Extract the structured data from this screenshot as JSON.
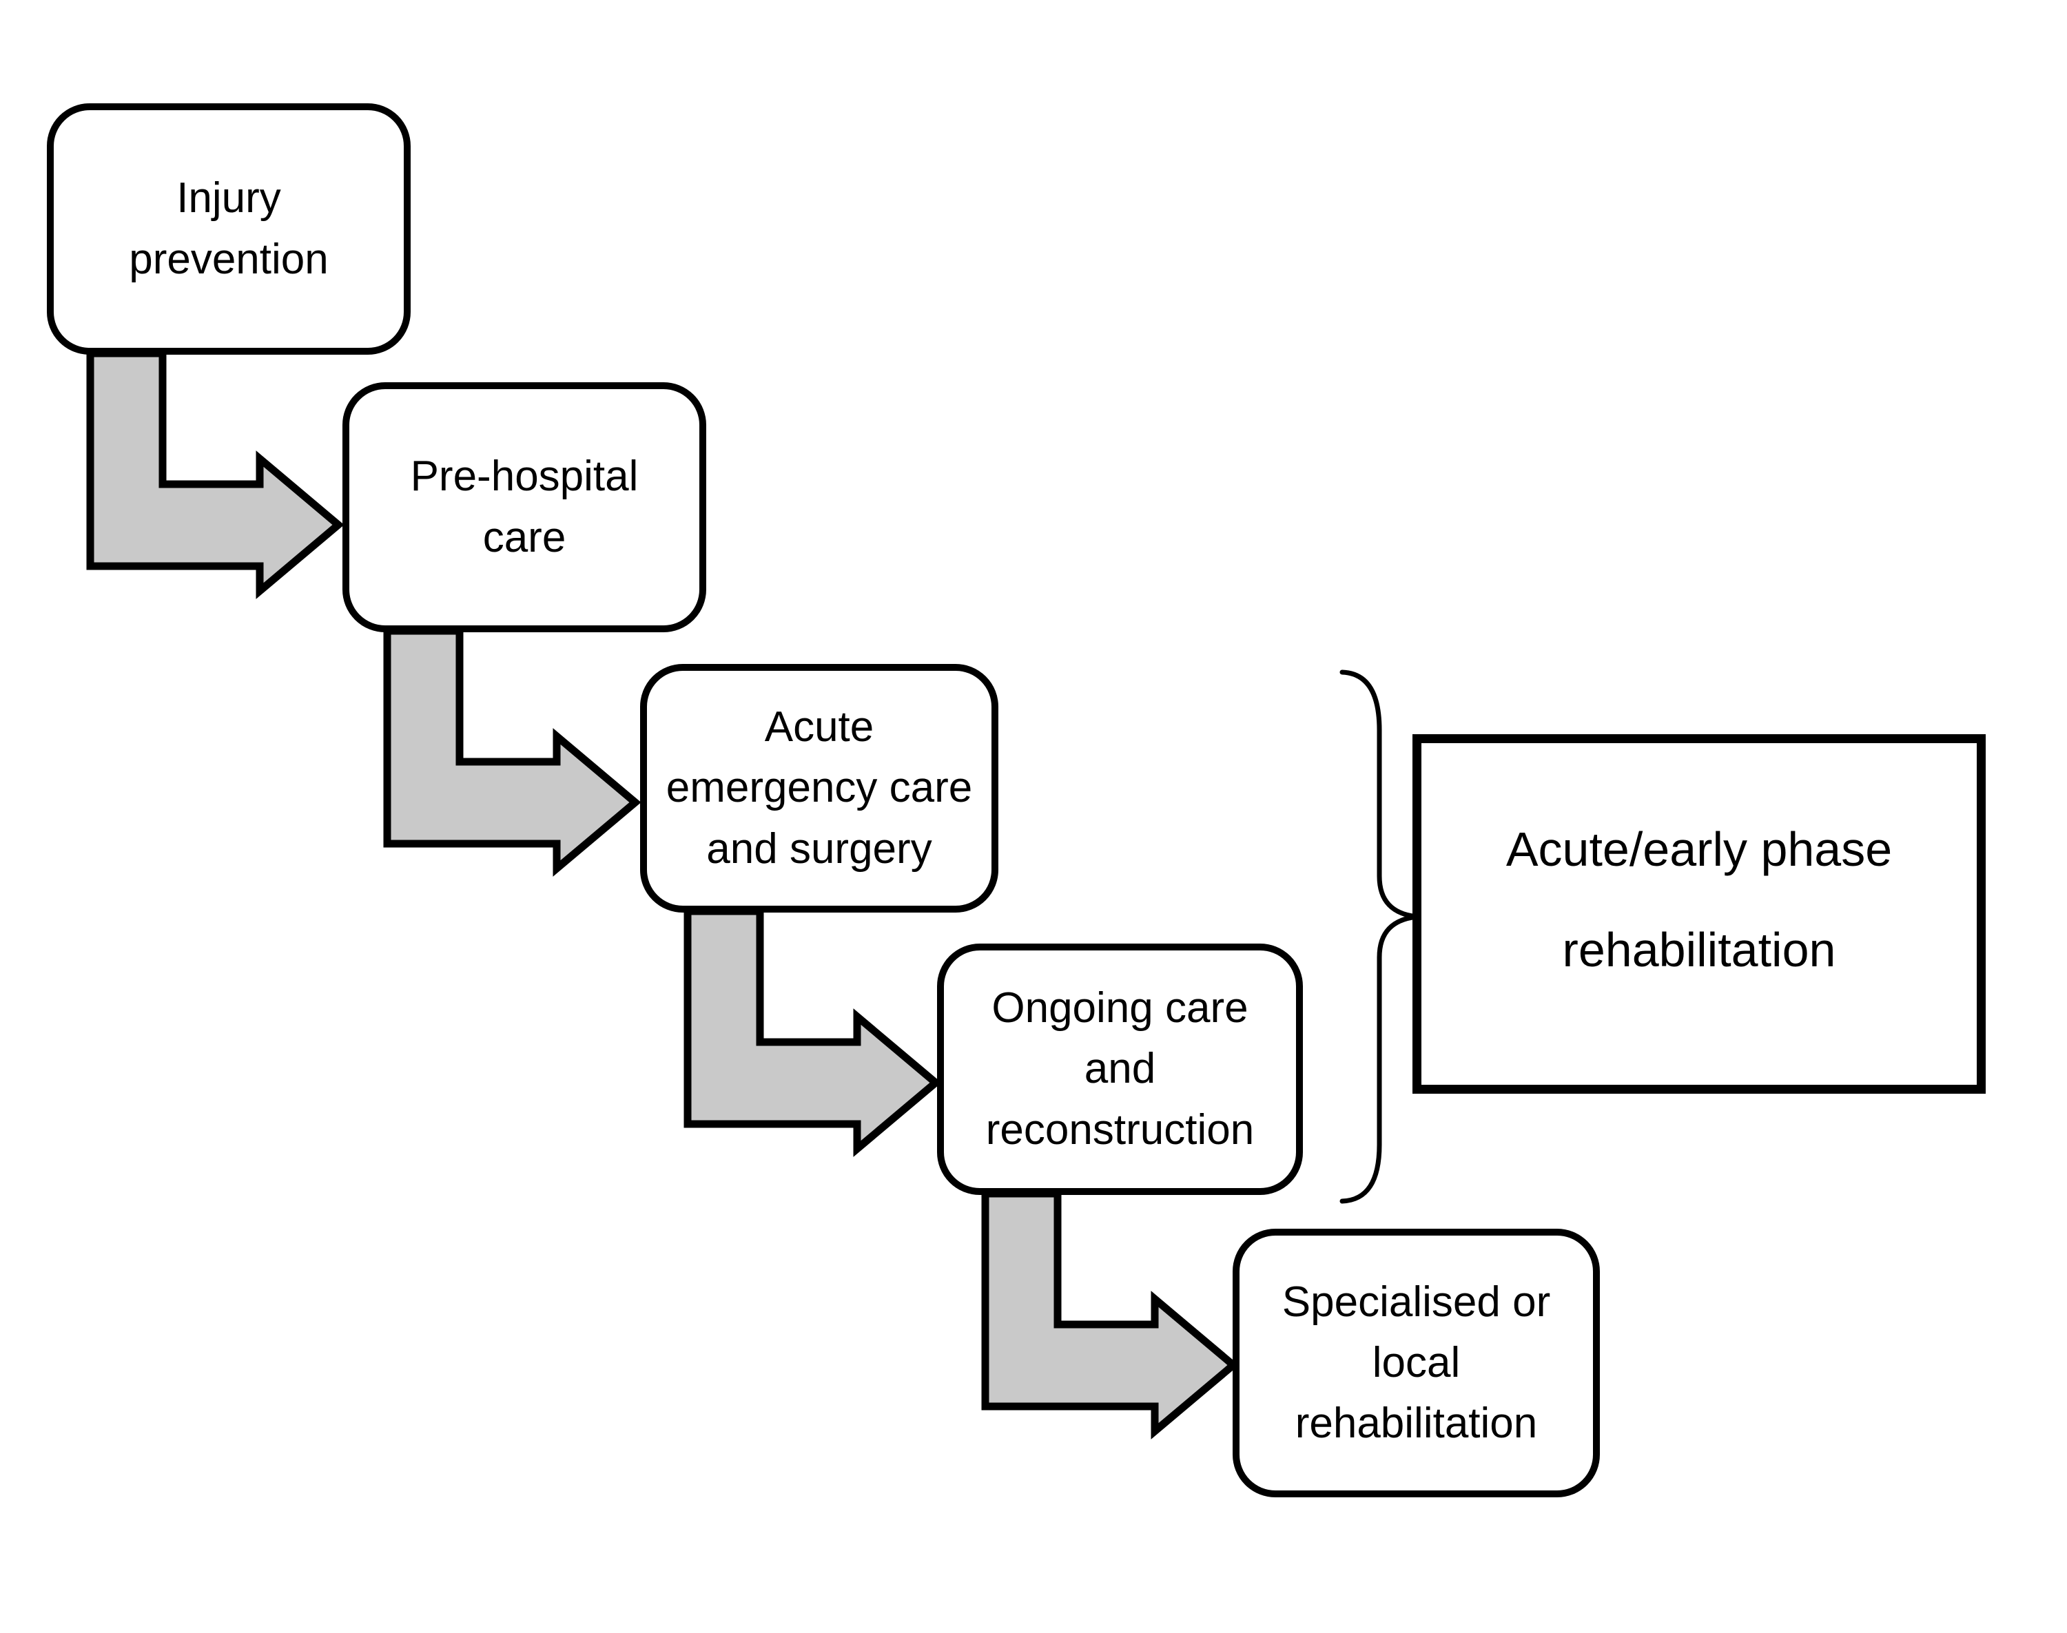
{
  "diagram": {
    "boxes": [
      {
        "name": "injury-prevention",
        "label": "Injury\nprevention"
      },
      {
        "name": "pre-hospital-care",
        "label": "Pre-hospital\ncare"
      },
      {
        "name": "acute-emergency-care",
        "label": "Acute\nemergency care\nand surgery"
      },
      {
        "name": "ongoing-care",
        "label": "Ongoing care\nand\nreconstruction"
      },
      {
        "name": "specialised-local-rehab",
        "label": "Specialised or\nlocal\nrehabilitation"
      }
    ],
    "group_label": {
      "line1": "Acute/early phase",
      "line2": "rehabilitation"
    },
    "colors": {
      "background": "#ffffff",
      "box_fill": "#ffffff",
      "outline": "#000000",
      "arrow_fill": "#c9c9c9"
    }
  }
}
